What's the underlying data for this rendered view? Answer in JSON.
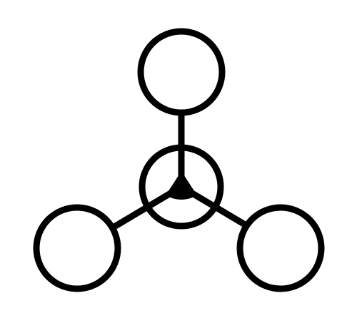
{
  "diagram": {
    "type": "structure",
    "nodes": [
      {
        "id": "top",
        "shape": "circle"
      },
      {
        "id": "left",
        "shape": "circle"
      },
      {
        "id": "right",
        "shape": "circle"
      },
      {
        "id": "center",
        "shape": "circle",
        "marker": "filled-triangle"
      }
    ],
    "edges": [
      {
        "from": "center",
        "to": "top"
      },
      {
        "from": "center",
        "to": "left"
      },
      {
        "from": "center",
        "to": "right"
      }
    ],
    "colors": {
      "stroke": "#000000",
      "background": "#ffffff"
    }
  }
}
